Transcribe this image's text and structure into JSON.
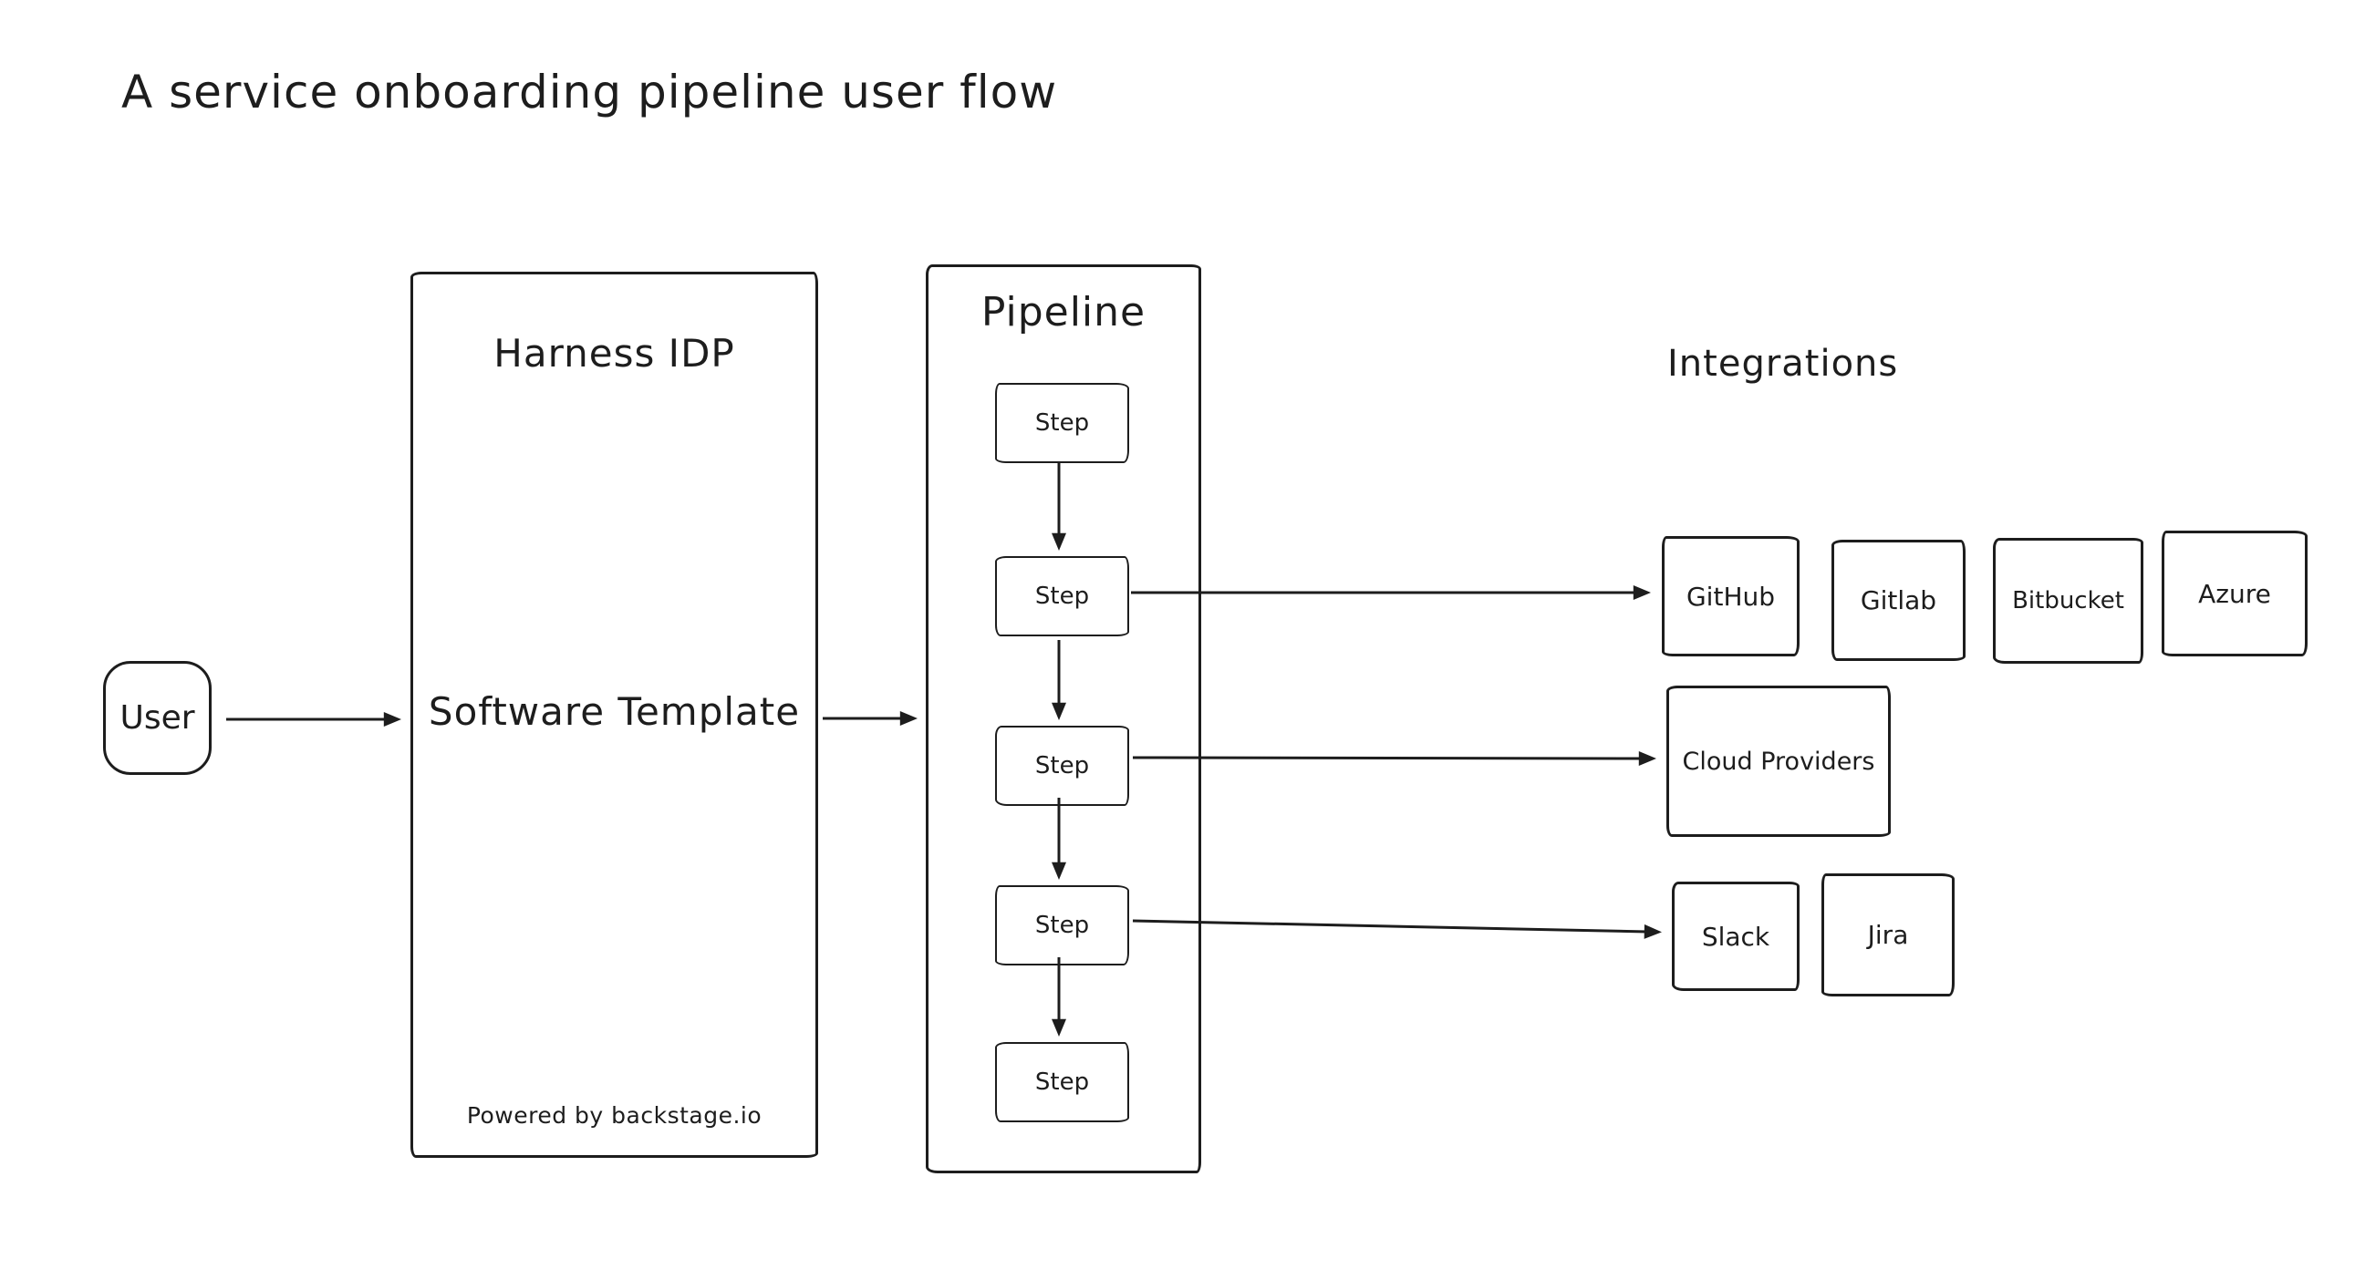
{
  "title": "A service onboarding pipeline user flow",
  "user_node": {
    "label": "User"
  },
  "harness_box": {
    "title": "Harness IDP",
    "center_label": "Software Template",
    "footnote": "Powered by backstage.io"
  },
  "pipeline_box": {
    "title": "Pipeline",
    "steps": [
      "Step",
      "Step",
      "Step",
      "Step",
      "Step"
    ]
  },
  "integrations": {
    "title": "Integrations",
    "scm_row": [
      "GitHub",
      "Gitlab",
      "Bitbucket",
      "Azure"
    ],
    "cloud_row": [
      "Cloud Providers"
    ],
    "tools_row": [
      "Slack",
      "Jira"
    ]
  },
  "colors": {
    "ink": "#1d1d1d",
    "background": "#ffffff"
  }
}
